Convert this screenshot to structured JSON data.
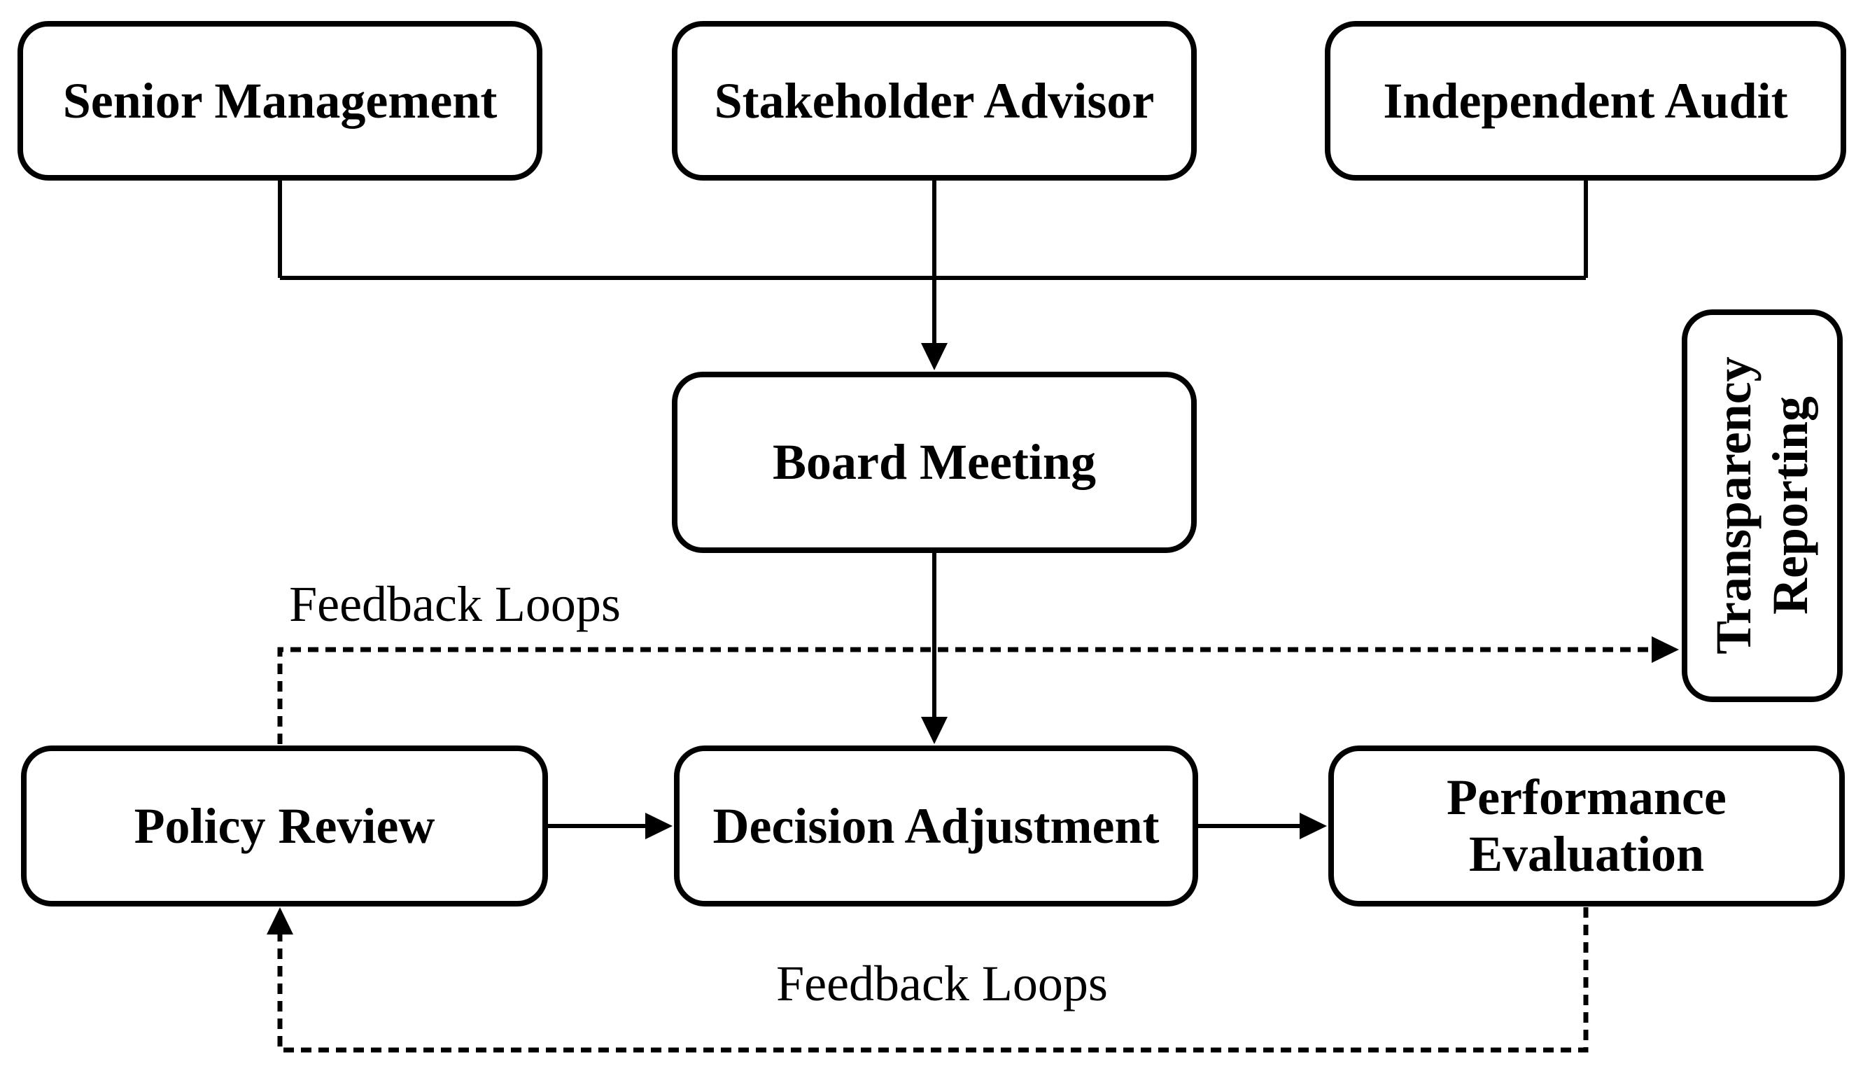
{
  "diagram": {
    "type": "flowchart",
    "background_color": "#ffffff",
    "line_color": "#000000",
    "nodes": {
      "senior_management": {
        "label": "Senior Management"
      },
      "stakeholder_advisor": {
        "label": "Stakeholder Advisor"
      },
      "independent_audit": {
        "label": "Independent Audit"
      },
      "board_meeting": {
        "label": "Board Meeting"
      },
      "transparency_reporting": {
        "label": "Transparency Reporting"
      },
      "policy_review": {
        "label": "Policy Review"
      },
      "decision_adjustment": {
        "label": "Decision Adjustment"
      },
      "performance_evaluation": {
        "label": "Performance Evaluation"
      }
    },
    "annotations": {
      "feedback_loop_top": "Feedback Loops",
      "feedback_loop_bottom": "Feedback Loops"
    },
    "edges": [
      {
        "from": "senior_management",
        "to": "board_meeting",
        "style": "solid",
        "arrow": true
      },
      {
        "from": "stakeholder_advisor",
        "to": "board_meeting",
        "style": "solid",
        "arrow": true
      },
      {
        "from": "independent_audit",
        "to": "board_meeting",
        "style": "solid",
        "arrow": true
      },
      {
        "from": "board_meeting",
        "to": "decision_adjustment",
        "style": "solid",
        "arrow": true
      },
      {
        "from": "policy_review",
        "to": "decision_adjustment",
        "style": "solid",
        "arrow": true
      },
      {
        "from": "decision_adjustment",
        "to": "performance_evaluation",
        "style": "solid",
        "arrow": true
      },
      {
        "from": "policy_review",
        "to": "transparency_reporting",
        "style": "dashed",
        "arrow": true,
        "label": "Feedback Loops"
      },
      {
        "from": "performance_evaluation",
        "to": "policy_review",
        "style": "dashed",
        "arrow": true,
        "label": "Feedback Loops"
      }
    ]
  }
}
